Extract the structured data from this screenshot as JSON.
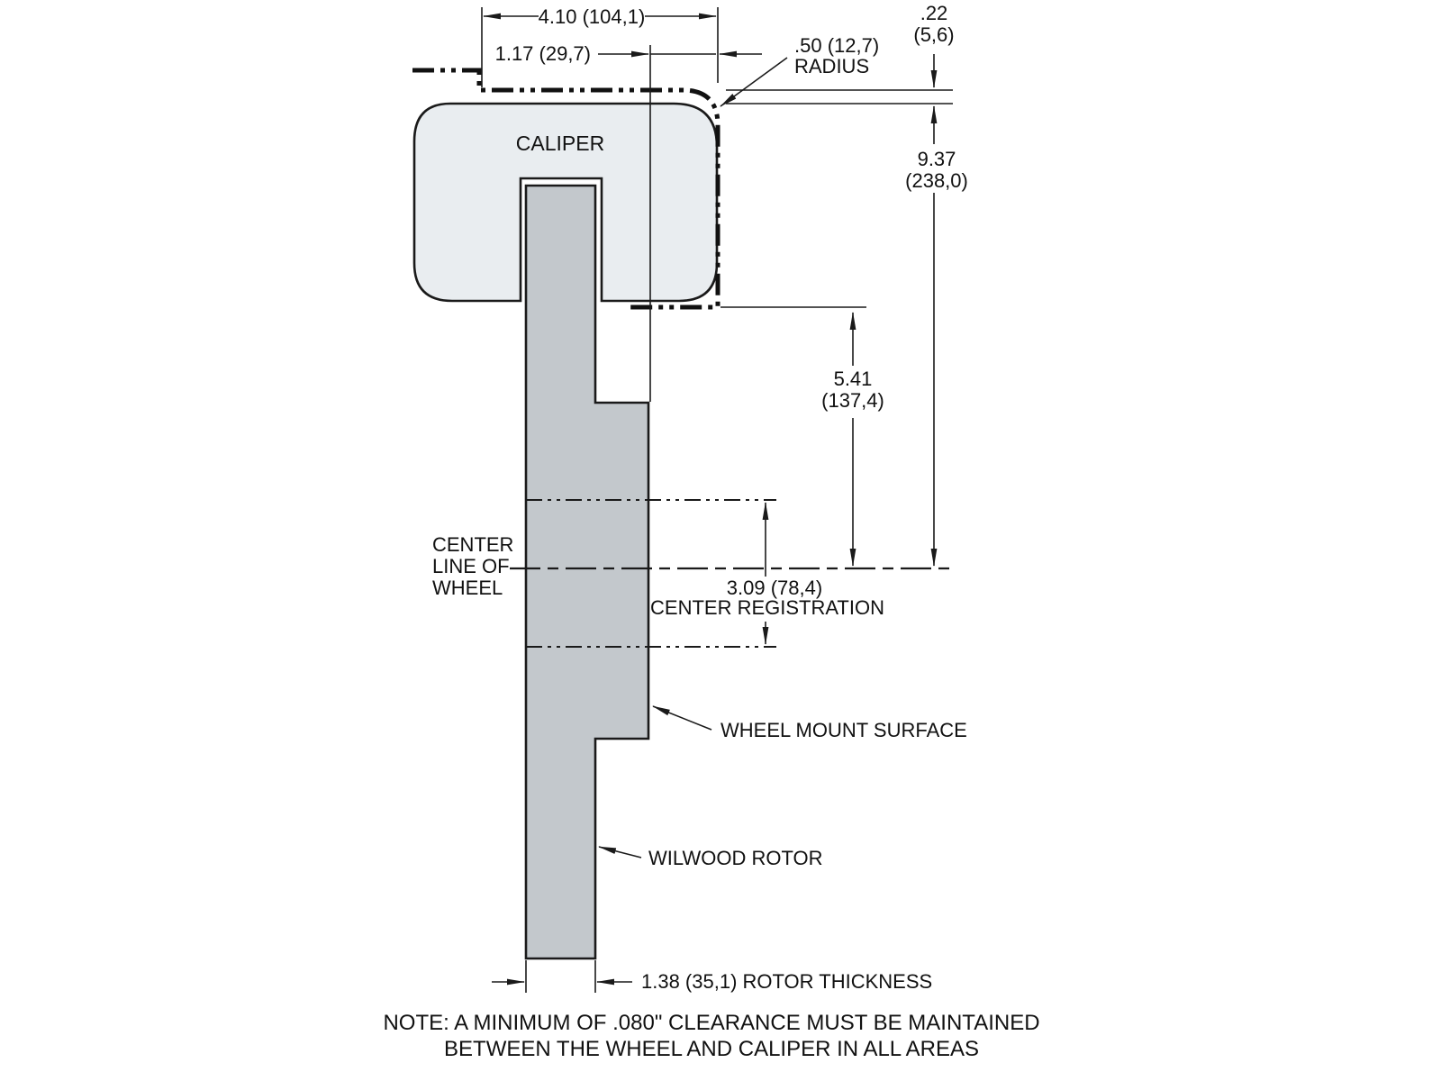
{
  "title": "Wilwood caliper and rotor cross-section dimensional drawing",
  "colors": {
    "background": "#ffffff",
    "line": "#1a1a1a",
    "caliper_fill": "#e9edf0",
    "rotor_fill": "#c3c8cc"
  },
  "labels": {
    "caliper": "CALIPER",
    "centerline_1": "CENTER",
    "centerline_2": "LINE OF",
    "centerline_3": "WHEEL",
    "wheel_mount_surface": "WHEEL MOUNT SURFACE",
    "wilwood_rotor": "WILWOOD ROTOR"
  },
  "dimensions": {
    "caliper_width": "4.10 (104,1)",
    "caliper_overhang": "1.17 (29,7)",
    "radius_value": ".50 (12,7)",
    "radius_label": "RADIUS",
    "clearance_value": ".22",
    "clearance_mm": "(5,6)",
    "overall_value": "9.37",
    "overall_mm": "(238,0)",
    "caliper_to_center_value": "5.41",
    "caliper_to_center_mm": "(137,4)",
    "registration_value": "3.09 (78,4)",
    "registration_label": "CENTER REGISTRATION",
    "rotor_thickness": "1.38 (35,1) ROTOR THICKNESS"
  },
  "note": {
    "line1": "NOTE: A MINIMUM OF .080\" CLEARANCE MUST BE MAINTAINED",
    "line2": "BETWEEN THE WHEEL AND CALIPER IN ALL AREAS"
  }
}
